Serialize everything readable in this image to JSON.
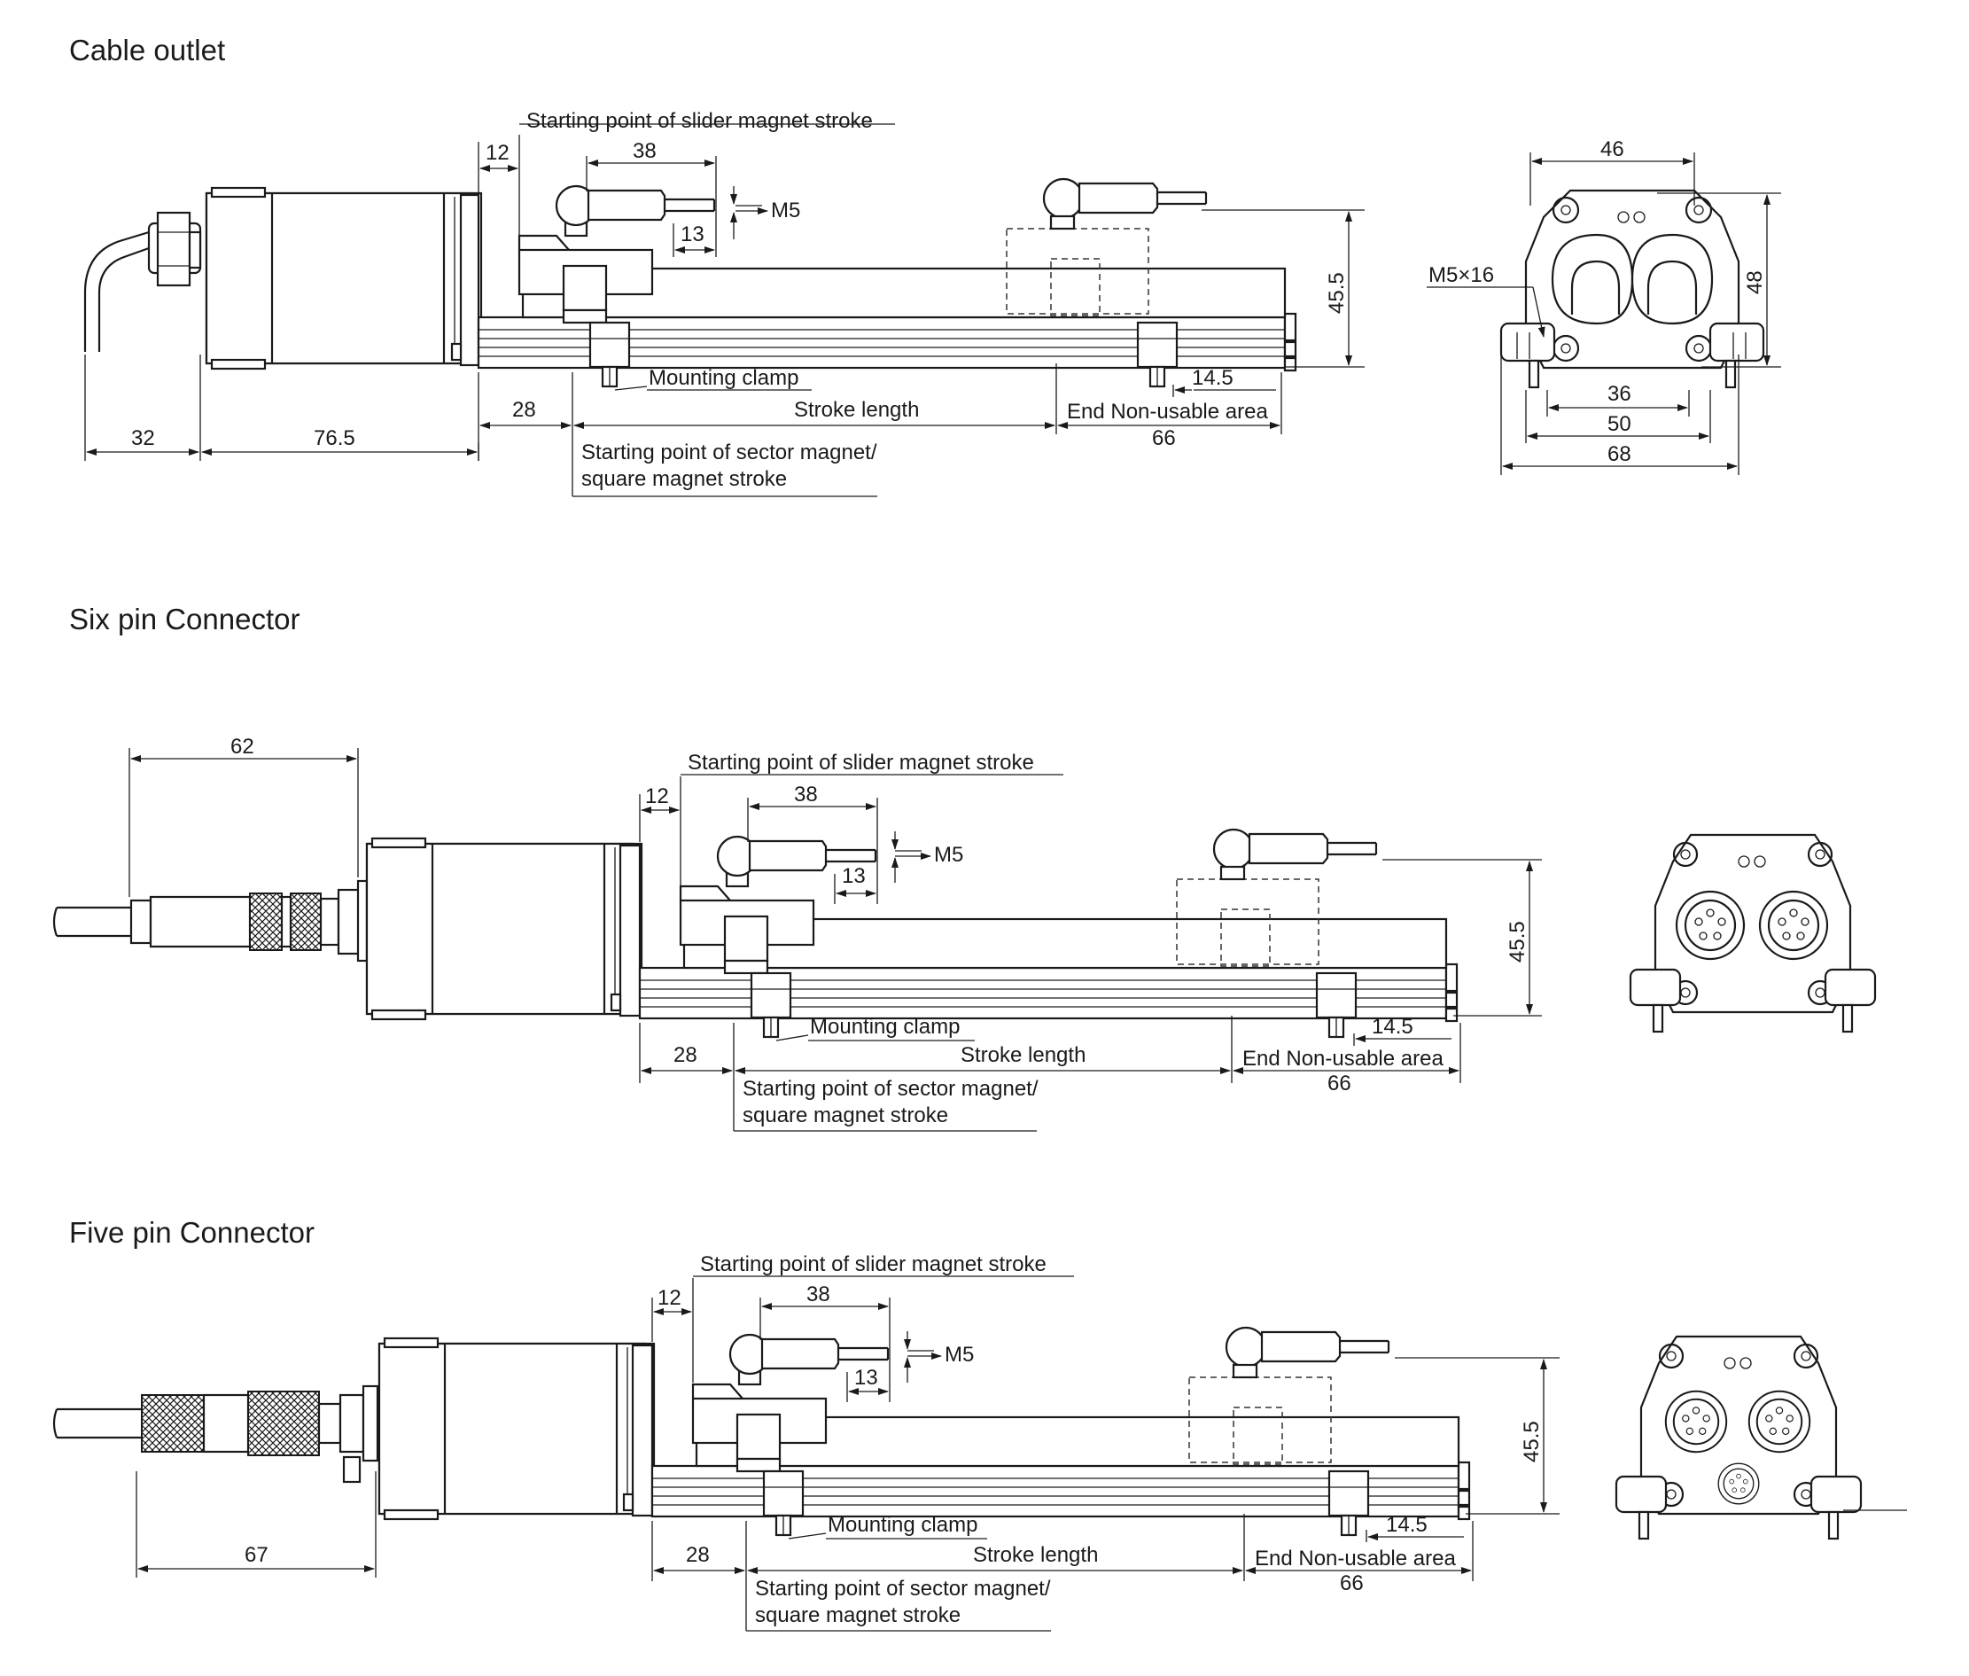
{
  "sections": [
    {
      "title": "Cable outlet",
      "labels": {
        "slider_start": "Starting point of slider magnet stroke",
        "mounting_clamp": "Mounting clamp",
        "stroke_length": "Stroke length",
        "end_nonusable": "End Non-usable area",
        "sector_start_1": "Starting point of sector magnet/",
        "sector_start_2": "square magnet stroke",
        "thread": "M5"
      },
      "dims": {
        "d12": "12",
        "d38": "38",
        "d13": "13",
        "d45_5": "45.5",
        "d14_5": "14.5",
        "d28": "28",
        "d66": "66",
        "d32": "32",
        "d76_5": "76.5"
      },
      "end_view": {
        "screw": "M5×16",
        "d46": "46",
        "d48": "48",
        "d36": "36",
        "d50": "50",
        "d68": "68"
      }
    },
    {
      "title": "Six pin Connector",
      "labels": {
        "slider_start": "Starting point of slider magnet stroke",
        "mounting_clamp": "Mounting clamp",
        "stroke_length": "Stroke length",
        "end_nonusable": "End Non-usable area",
        "sector_start_1": "Starting point of sector magnet/",
        "sector_start_2": "square magnet stroke",
        "thread": "M5"
      },
      "dims": {
        "d62": "62",
        "d12": "12",
        "d38": "38",
        "d13": "13",
        "d45_5": "45.5",
        "d14_5": "14.5",
        "d28": "28",
        "d66": "66"
      }
    },
    {
      "title": "Five pin Connector",
      "labels": {
        "slider_start": "Starting point of slider magnet stroke",
        "mounting_clamp": "Mounting clamp",
        "stroke_length": "Stroke length",
        "end_nonusable": "End Non-usable area",
        "sector_start_1": "Starting point of sector magnet/",
        "sector_start_2": "square magnet stroke",
        "thread": "M5"
      },
      "dims": {
        "d67": "67",
        "d12": "12",
        "d38": "38",
        "d13": "13",
        "d45_5": "45.5",
        "d14_5": "14.5",
        "d28": "28",
        "d66": "66"
      }
    }
  ]
}
